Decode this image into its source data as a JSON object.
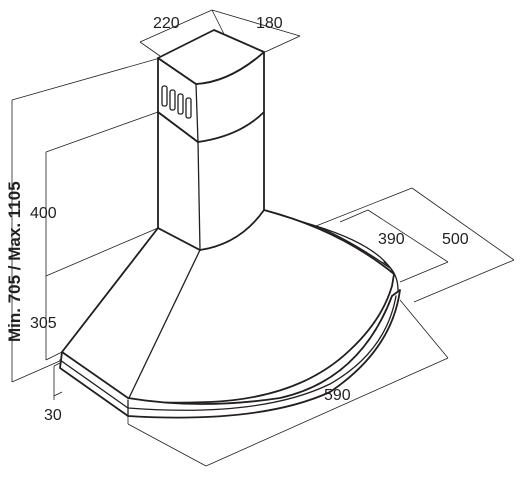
{
  "dimensions": {
    "chimney_width": "220",
    "chimney_depth": "180",
    "total_height": "Min. 705 / Max. 1105",
    "upper_height": "400",
    "lower_height": "305",
    "canopy_edge": "30",
    "inner_depth": "390",
    "outer_depth": "500",
    "width": "590"
  }
}
